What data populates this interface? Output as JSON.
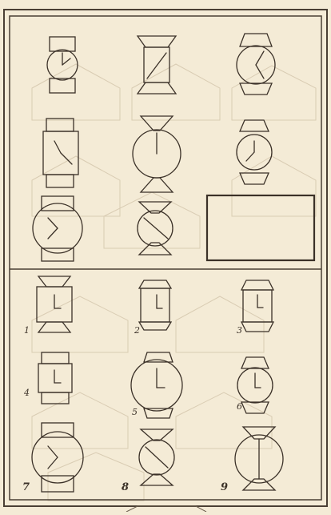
{
  "puzzle": {
    "option_labels": [
      "1",
      "2",
      "3",
      "4",
      "5",
      "6",
      "7",
      "8",
      "9"
    ]
  }
}
